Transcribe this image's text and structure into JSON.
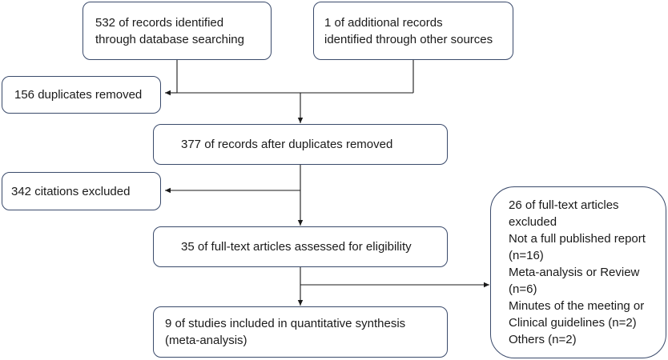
{
  "boxes": {
    "db_search": "532 of records identified\nthrough database searching",
    "other_sources": "1 of additional records\nidentified through other sources",
    "duplicates_removed": "156 duplicates removed",
    "after_duplicates": "377 of records after duplicates removed",
    "citations_excluded": "342 citations excluded",
    "full_text_assessed": "35 of full-text articles assessed for eligibility",
    "included": "9 of studies included in quantitative synthesis\n(meta-analysis)",
    "fulltext_excluded": "26 of full-text articles\nexcluded\nNot a full published report\n(n=16)\nMeta-analysis or Review\n(n=6)\nMinutes of the meeting or\nClinical guidelines (n=2)\nOthers (n=2)"
  }
}
